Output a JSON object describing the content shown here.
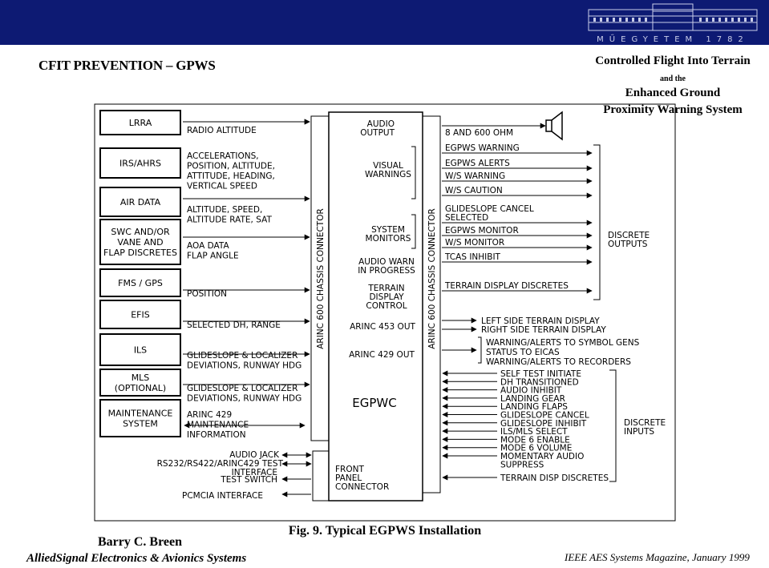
{
  "slide": {
    "title": "CFIT PREVENTION – GPWS",
    "right_title": [
      "Controlled Flight Into Terrain",
      "and the",
      "Enhanced Ground",
      "Proximity Warning System"
    ],
    "banner_text": "MŰEGYETEM 1782",
    "caption": "Fig. 9. Typical EGPWS Installation",
    "author": "Barry C. Breen",
    "affiliation": "AlliedSignal Electronics & Avionics Systems",
    "citation": "IEEE AES Systems Magazine, January 1999",
    "colors": {
      "banner": "#0d1a73",
      "line": "#000000"
    }
  },
  "diagram": {
    "left_boxes": [
      {
        "lines": [
          "LRRA"
        ]
      },
      {
        "lines": [
          "IRS/AHRS"
        ]
      },
      {
        "lines": [
          "AIR DATA"
        ]
      },
      {
        "lines": [
          "SWC AND/OR",
          "VANE AND",
          "FLAP DISCRETES"
        ]
      },
      {
        "lines": [
          "FMS / GPS"
        ]
      },
      {
        "lines": [
          "EFIS"
        ]
      },
      {
        "lines": [
          "ILS"
        ]
      },
      {
        "lines": [
          "MLS",
          "(OPTIONAL)"
        ]
      },
      {
        "lines": [
          "MAINTENANCE",
          "SYSTEM"
        ]
      }
    ],
    "left_signals": [
      {
        "lines": [
          "RADIO ALTITUDE"
        ]
      },
      {
        "lines": [
          "ACCELERATIONS,",
          "POSITION, ALTITUDE,",
          "ATTITUDE, HEADING,",
          "VERTICAL SPEED"
        ]
      },
      {
        "lines": [
          "ALTITUDE, SPEED,",
          "ALTITUDE RATE, SAT"
        ]
      },
      {
        "lines": [
          "AOA DATA",
          "FLAP ANGLE"
        ]
      },
      {
        "lines": [
          "POSITION"
        ]
      },
      {
        "lines": [
          "SELECTED DH, RANGE"
        ]
      },
      {
        "lines": [
          "GLIDESLOPE & LOCALIZER",
          "DEVIATIONS, RUNWAY HDG"
        ]
      },
      {
        "lines": [
          "GLIDESLOPE & LOCALIZER",
          "DEVIATIONS, RUNWAY HDG"
        ]
      },
      {
        "lines": [
          "ARINC 429",
          "MAINTENANCE",
          "INFORMATION"
        ]
      }
    ],
    "connector_label": "ARINC 600 CHASSIS CONNECTOR",
    "egpwc": {
      "label": "EGPWC",
      "sections": [
        {
          "lines": [
            "AUDIO",
            "OUTPUT"
          ]
        },
        {
          "lines": [
            "VISUAL",
            "WARNINGS"
          ]
        },
        {
          "lines": [
            "SYSTEM",
            "MONITORS"
          ]
        },
        {
          "lines": [
            "AUDIO WARN",
            "IN PROGRESS"
          ]
        },
        {
          "lines": [
            "TERRAIN",
            "DISPLAY",
            "CONTROL"
          ]
        },
        {
          "lines": [
            "ARINC 453 OUT"
          ]
        },
        {
          "lines": [
            "ARINC 429 OUT"
          ]
        }
      ]
    },
    "right_outputs": [
      "8 AND 600 OHM",
      "EGPWS WARNING",
      "EGPWS ALERTS",
      "W/S WARNING",
      "W/S CAUTION",
      "GLIDESLOPE CANCEL",
      "SELECTED",
      "EGPWS MONITOR",
      "W/S MONITOR",
      "TCAS INHIBIT",
      "TERRAIN DISPLAY DISCRETES"
    ],
    "discrete_outputs_label": [
      "DISCRETE",
      "OUTPUTS"
    ],
    "arinc453_outputs": [
      "LEFT SIDE TERRAIN DISPLAY",
      "RIGHT SIDE TERRAIN DISPLAY"
    ],
    "arinc429_outputs": [
      "WARNING/ALERTS TO SYMBOL GENS",
      "STATUS TO EICAS",
      "WARNING/ALERTS TO RECORDERS"
    ],
    "discrete_inputs": [
      "SELF TEST INITIATE",
      "DH TRANSITIONED",
      "AUDIO INHIBIT",
      "LANDING GEAR",
      "LANDING FLAPS",
      "GLIDESLOPE CANCEL",
      "GLIDESLOPE INHIBIT",
      "ILS/MLS SELECT",
      "MODE 6 ENABLE",
      "MODE 6 VOLUME",
      "MOMENTARY AUDIO",
      "SUPPRESS",
      "TERRAIN DISP DISCRETES"
    ],
    "discrete_inputs_label": [
      "DISCRETE",
      "INPUTS"
    ],
    "front_panel": {
      "label": [
        "FRONT",
        "PANEL",
        "CONNECTOR"
      ],
      "signals": [
        "AUDIO JACK",
        "RS232/RS422/ARINC429 TEST",
        "INTERFACE",
        "TEST SWITCH",
        "PCMCIA INTERFACE"
      ]
    }
  }
}
